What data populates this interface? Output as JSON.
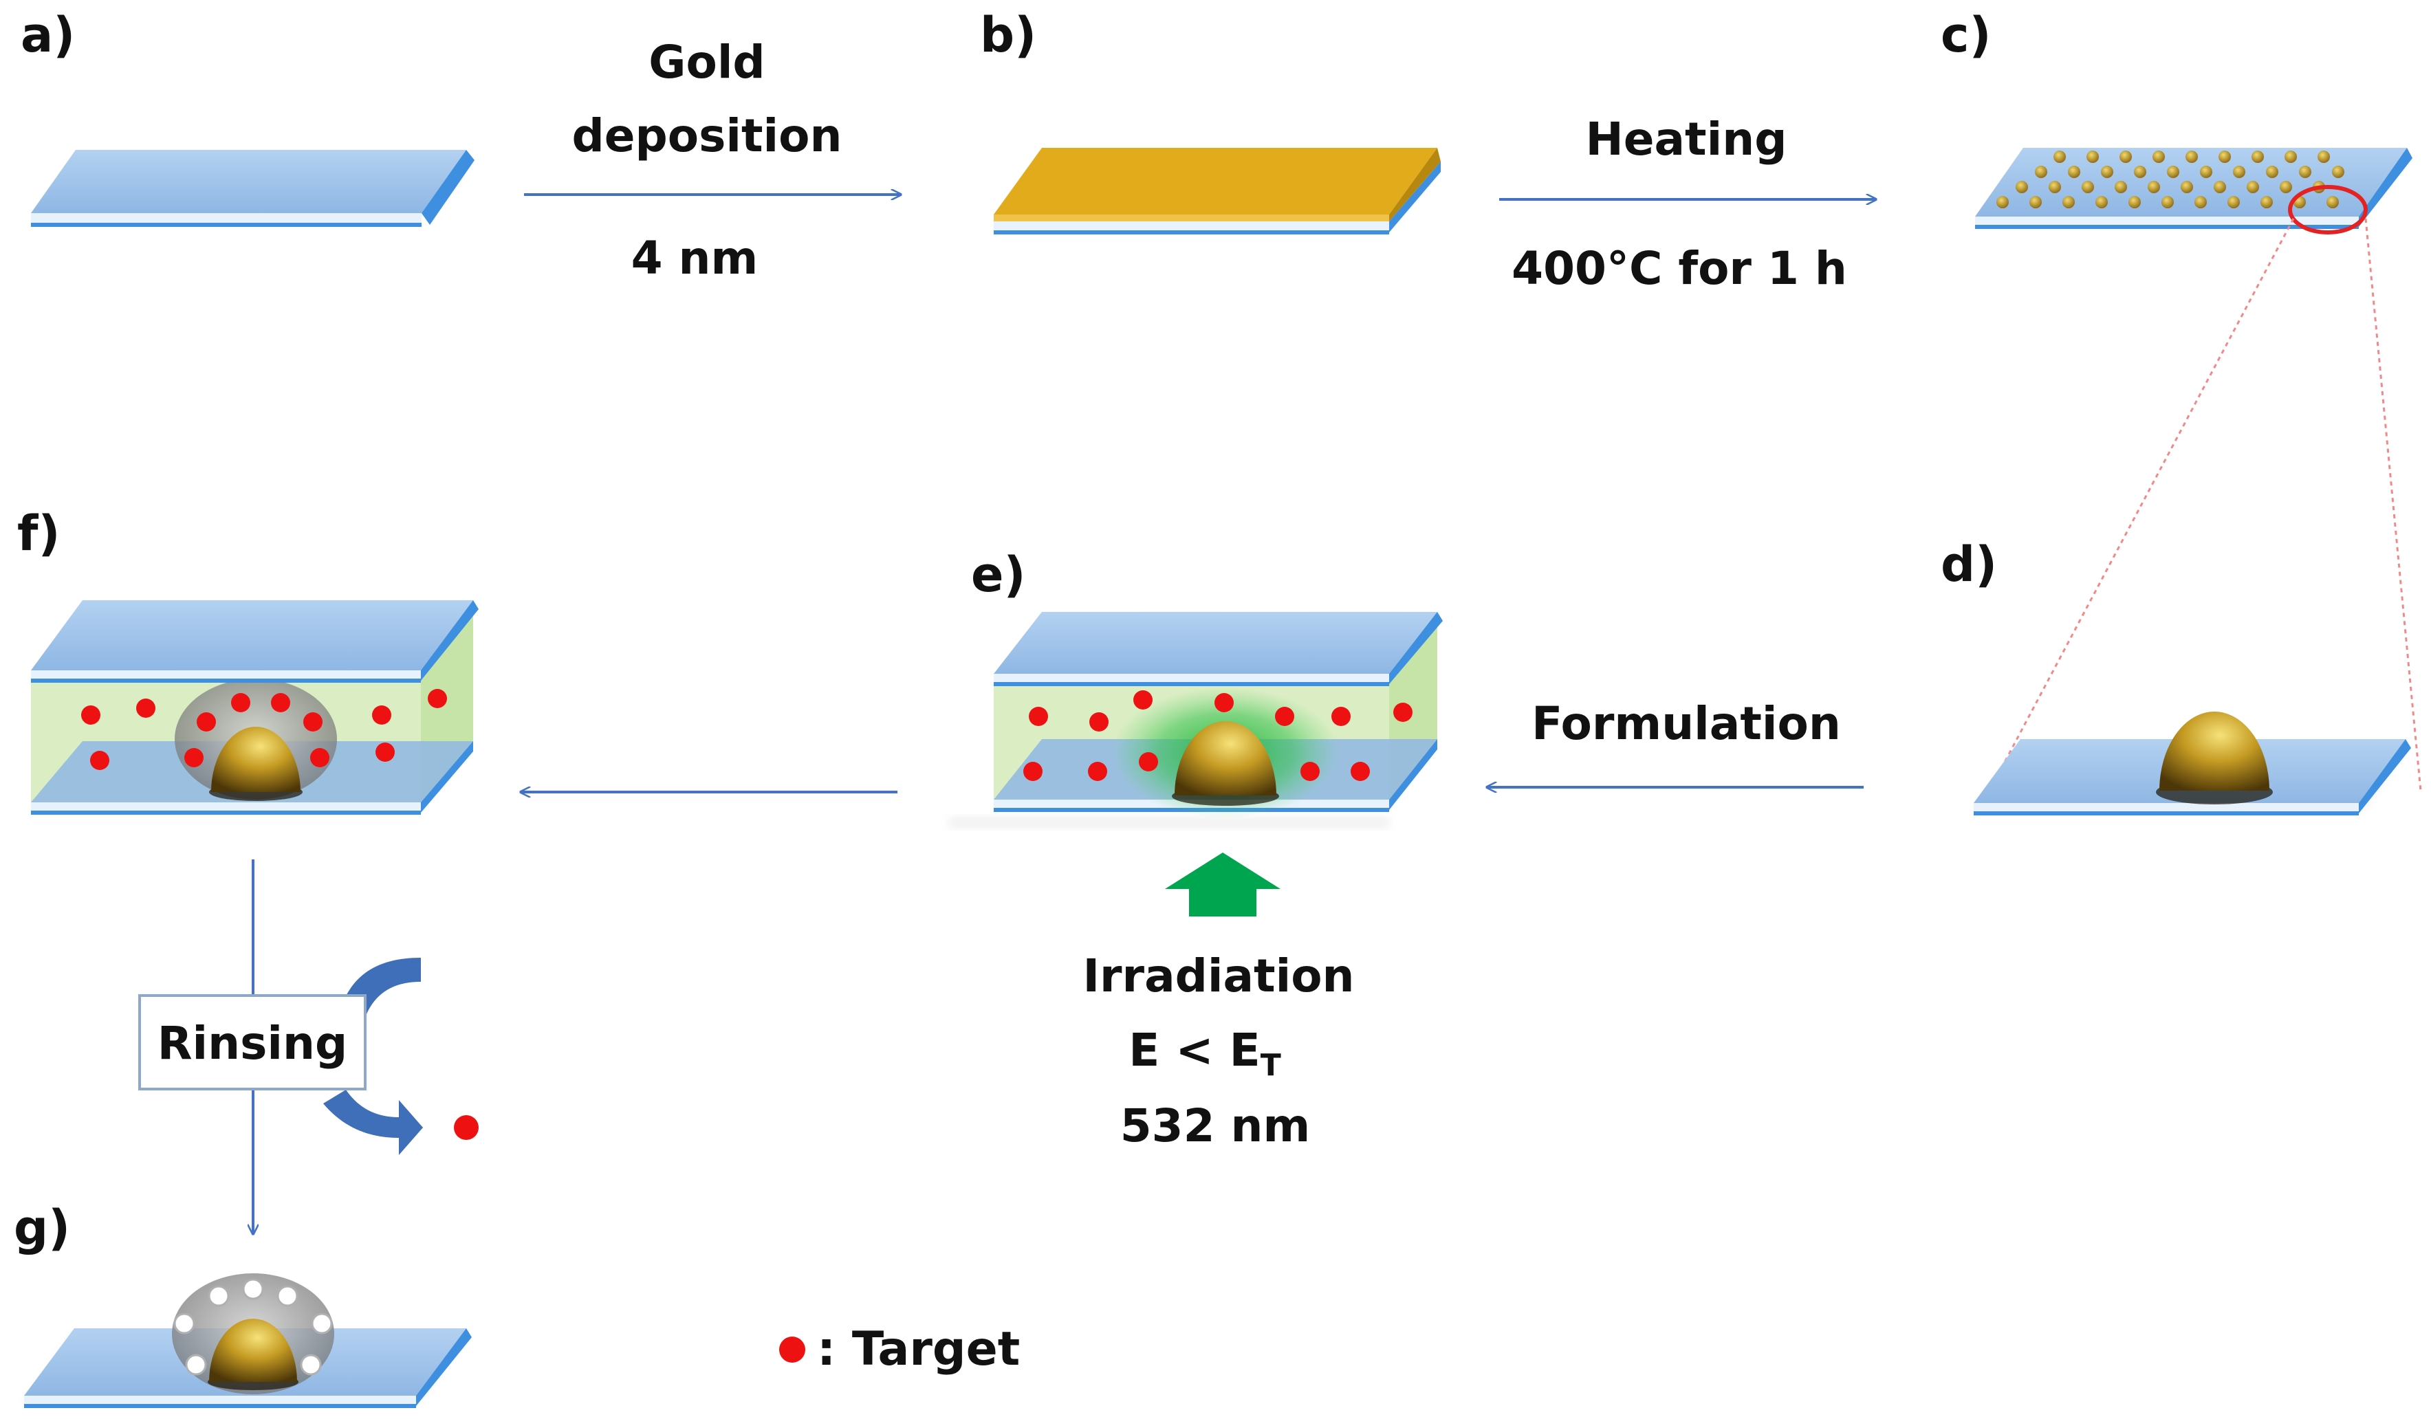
{
  "panels": {
    "a": "a)",
    "b": "b)",
    "c": "c)",
    "d": "d)",
    "e": "e)",
    "f": "f)",
    "g": "g)"
  },
  "steps": {
    "gold_deposition": {
      "line1": "Gold",
      "line2": "deposition",
      "param": "4 nm"
    },
    "heating": {
      "label": "Heating",
      "param": "400°C for 1 h"
    },
    "formulation": {
      "label": "Formulation"
    },
    "irradiation": {
      "label": "Irradiation",
      "energy_main": "E < E",
      "energy_sub": "T",
      "wavelength": "532 nm"
    },
    "rinsing": {
      "label": "Rinsing"
    }
  },
  "legend": {
    "label": ": Target"
  },
  "colors": {
    "substrate_top": "#9fc3ea",
    "substrate_edge": "#3e8fe0",
    "gold_film": "#e2ab1c",
    "gold_particle": "#b38c1f",
    "target": "#ee1111",
    "formulation_fill": "#d8ecc0",
    "arrow": "#4472c4",
    "irradiation_arrow": "#00a550",
    "highlight_circle": "#e52222"
  }
}
